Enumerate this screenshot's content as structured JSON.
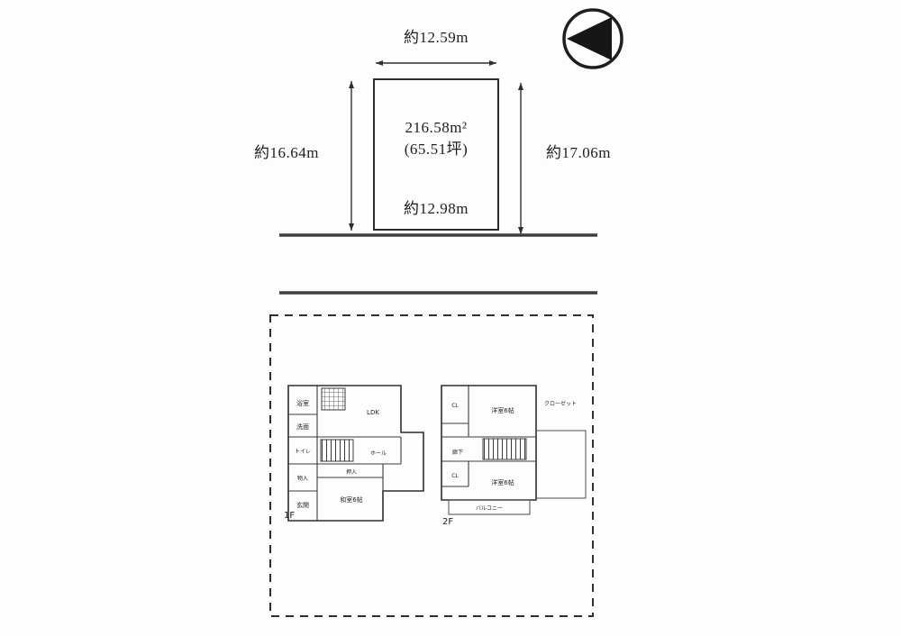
{
  "site_plan": {
    "dim_top": "約12.59m",
    "dim_left": "約16.64m",
    "dim_right": "約17.06m",
    "dim_bottom": "約12.98m",
    "area_m2": "216.58m²",
    "area_tsubo": "(65.51坪)"
  },
  "compass": {
    "icon": "north-arrow"
  },
  "floor_plans": {
    "floor1": {
      "label": "1F",
      "rooms": {
        "bath": "浴室",
        "washroom": "洗面",
        "toilet": "トイレ",
        "ldk": "LDK",
        "hall": "ホール",
        "oshiire": "押入",
        "washitsu": "和室6帖",
        "storage": "物入",
        "entrance": "玄関"
      }
    },
    "floor2": {
      "label": "2F",
      "rooms": {
        "closet_top": "CL",
        "bedroom_top": "洋室6帖",
        "closet_side": "クローゼット",
        "hallway": "廊下",
        "closet_bottom": "CL",
        "bedroom_bottom": "洋室6帖",
        "balcony": "バルコニー"
      }
    }
  }
}
